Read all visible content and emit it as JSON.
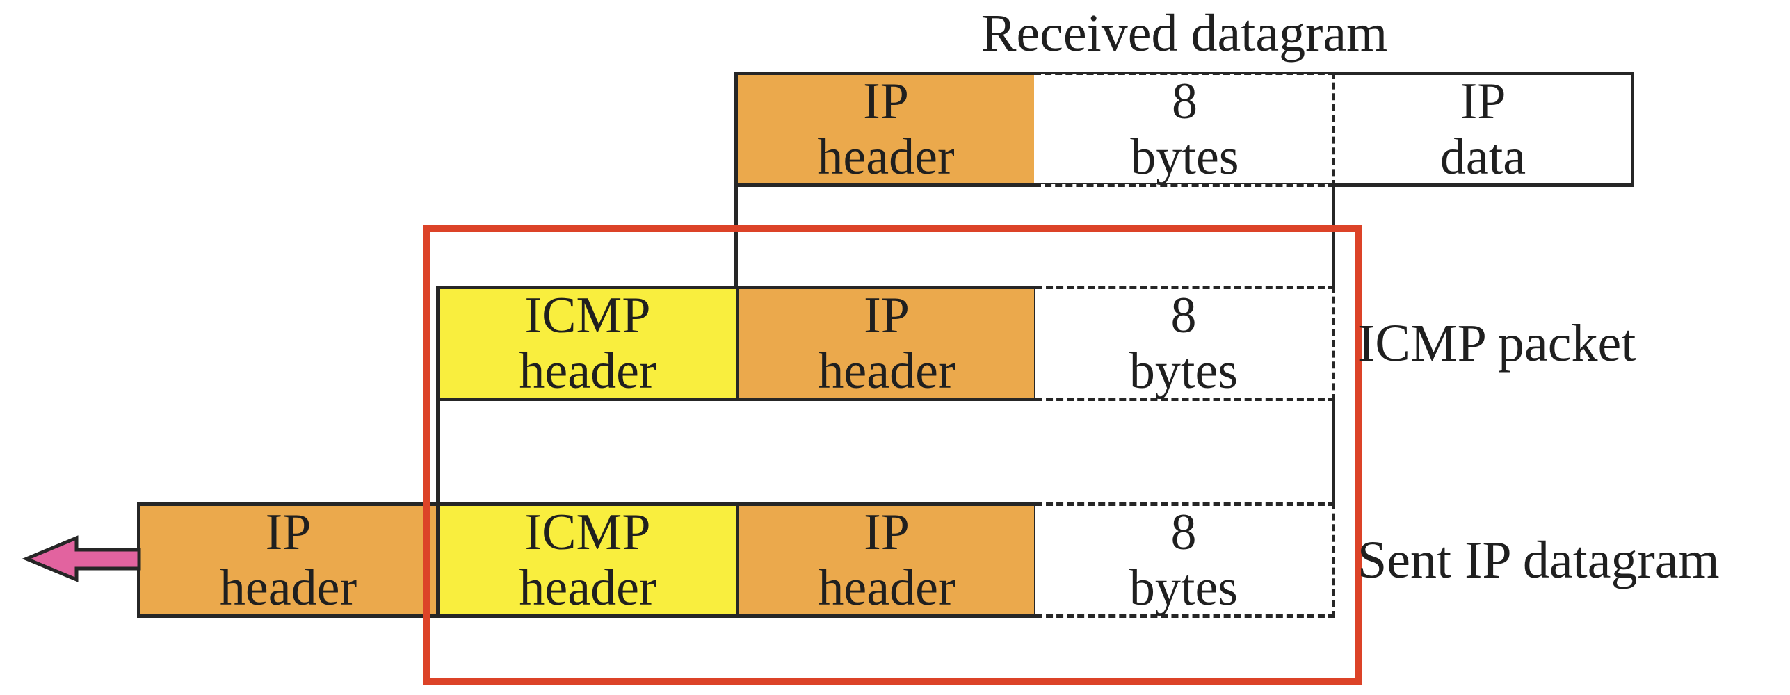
{
  "diagram": {
    "title": "Received datagram",
    "received_row": {
      "cells": [
        {
          "line1": "IP",
          "line2": "header"
        },
        {
          "line1": "8",
          "line2": "bytes"
        },
        {
          "line1": "IP",
          "line2": "data"
        }
      ]
    },
    "icmp_row": {
      "label": "ICMP packet",
      "cells": [
        {
          "line1": "ICMP",
          "line2": "header"
        },
        {
          "line1": "IP",
          "line2": "header"
        },
        {
          "line1": "8",
          "line2": "bytes"
        }
      ]
    },
    "sent_row": {
      "label": "Sent IP datagram",
      "cells": [
        {
          "line1": "IP",
          "line2": "header"
        },
        {
          "line1": "ICMP",
          "line2": "header"
        },
        {
          "line1": "IP",
          "line2": "header"
        },
        {
          "line1": "8",
          "line2": "bytes"
        }
      ]
    },
    "icons": {
      "arrow": "left-send-arrow-icon"
    },
    "colors": {
      "ip_header_fill": "#EBA94C",
      "icmp_header_fill": "#F9EE3E",
      "highlight_box": "#DC4328",
      "arrow_fill": "#E2639F",
      "line": "#262626",
      "background": "#FFFFFF"
    }
  }
}
